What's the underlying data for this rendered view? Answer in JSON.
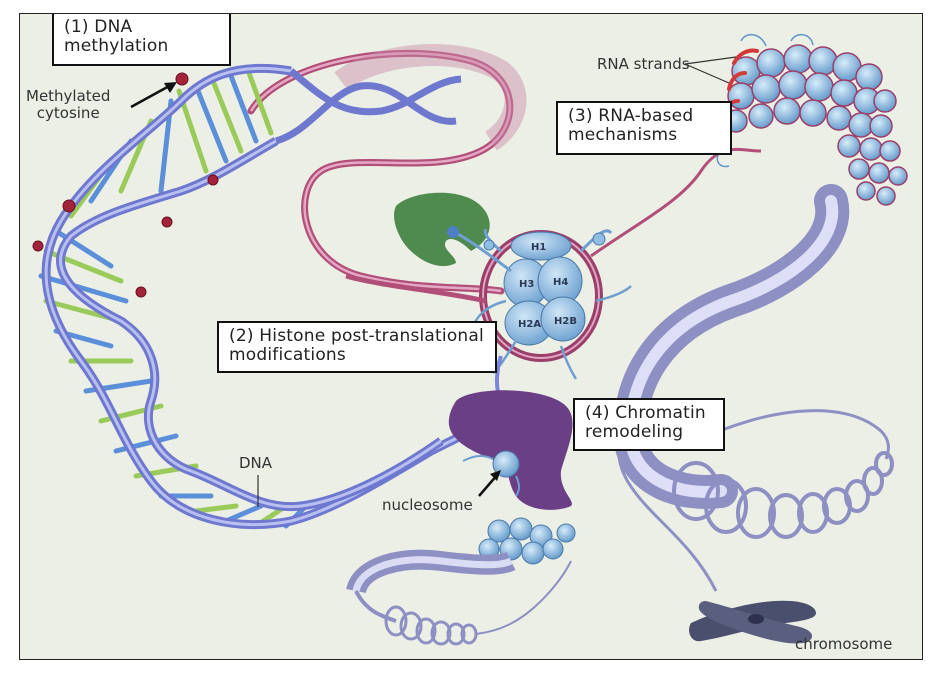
{
  "callouts": {
    "dna_methylation": {
      "line1": "(1) DNA",
      "line2": "methylation"
    },
    "histone_mods": {
      "line1": "(2) Histone post-translational",
      "line2": "modifications"
    },
    "rna_mechanisms": {
      "line1": "(3) RNA-based",
      "line2": "mechanisms"
    },
    "chromatin_remodeling": {
      "line1": "(4) Chromatin",
      "line2": "remodeling"
    }
  },
  "labels": {
    "methylated_line1": "Methylated",
    "methylated_line2": "cytosine",
    "rna_strands": "RNA strands",
    "dna": "DNA",
    "nucleosome": "nucleosome",
    "chromosome": "chromosome"
  },
  "histones": {
    "h1": "H1",
    "h3": "H3",
    "h4": "H4",
    "h2a": "H2A",
    "h2b": "H2B"
  },
  "colors": {
    "background": "#ecefe6",
    "dna_backbone": "#7b86d8",
    "base_pairs_green": "#9acb5a",
    "base_pairs_blue": "#5b8fd9",
    "methyl_group": "#a3233a",
    "chromatin_fiber": "#b94f7c",
    "histone_blue": "#8fbde3",
    "enzyme_green": "#4f8a4f",
    "remodeler_purple": "#6b3f86",
    "chromosome": "#4a4f6e"
  }
}
